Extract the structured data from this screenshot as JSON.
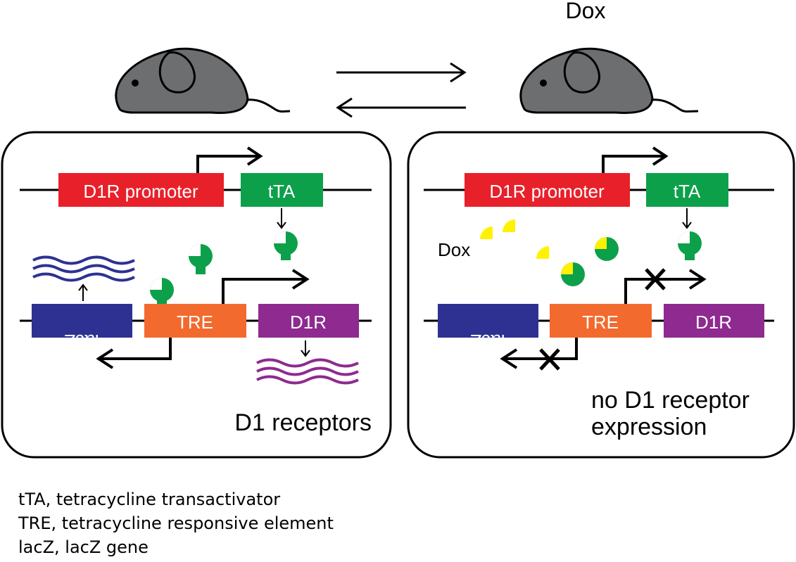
{
  "dox_top_label": "Dox",
  "colors": {
    "promoter": "#e8202a",
    "tta": "#0da04a",
    "tre": "#f26a2e",
    "lacz": "#2e3192",
    "d1r": "#8e2a90",
    "dox": "#fff200",
    "mouse": "#6d6e70"
  },
  "left_panel": {
    "promoter_label": "D1R promoter",
    "tta_label": "tTA",
    "lacz_label": "lacZ",
    "tre_label": "TRE",
    "d1r_label": "D1R",
    "outcome": "D1 receptors"
  },
  "right_panel": {
    "promoter_label": "D1R promoter",
    "tta_label": "tTA",
    "lacz_label": "lacZ",
    "tre_label": "TRE",
    "d1r_label": "D1R",
    "dox_label": "Dox",
    "outcome_line1": "no D1 receptor",
    "outcome_line2": "expression"
  },
  "legend": [
    "tTA, tetracycline transactivator",
    "TRE, tetracycline responsive element",
    "lacZ, lacZ gene"
  ]
}
